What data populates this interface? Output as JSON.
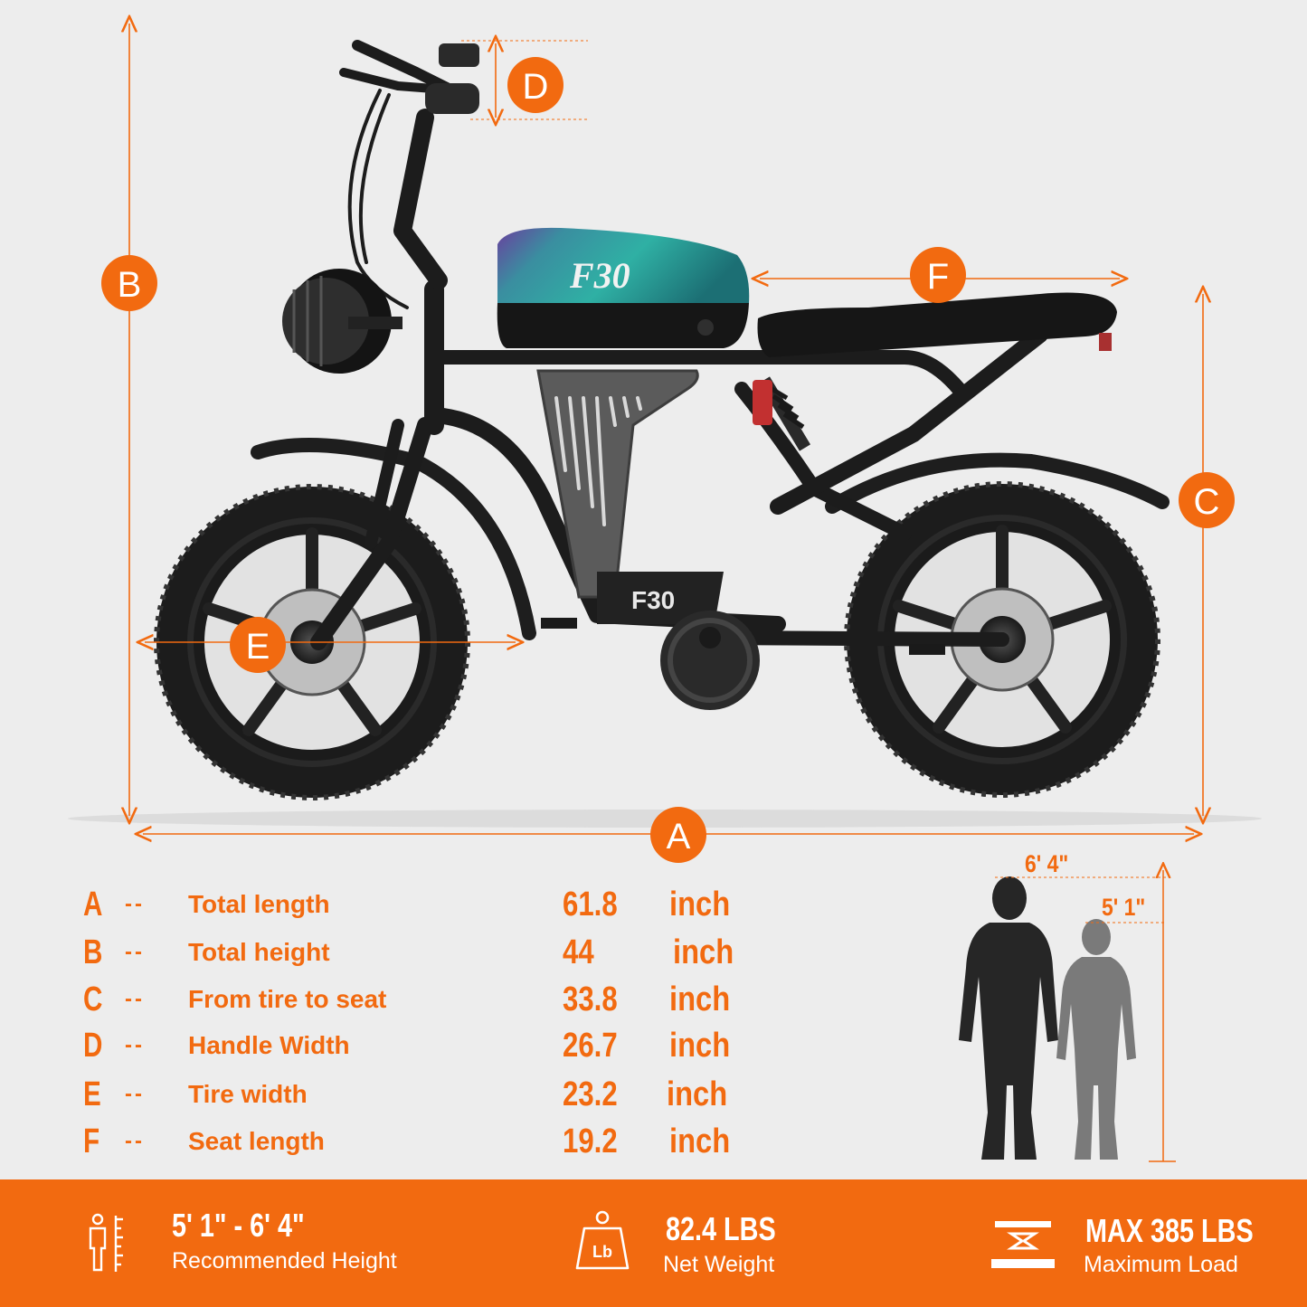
{
  "diagram": {
    "letters": {
      "a": "A",
      "b": "B",
      "c": "C",
      "d": "D",
      "e": "E",
      "f": "F"
    },
    "tank_logo": "F30",
    "frame_logo": "F30",
    "accent": "#f26a10"
  },
  "specs": [
    {
      "letter": "A",
      "dash": "--",
      "label": "Total length",
      "value": "61.8",
      "unit": "inch"
    },
    {
      "letter": "B",
      "dash": "--",
      "label": "Total height",
      "value": "44",
      "unit": "inch"
    },
    {
      "letter": "C",
      "dash": "--",
      "label": "From tire to seat",
      "value": "33.8",
      "unit": "inch"
    },
    {
      "letter": "D",
      "dash": "--",
      "label": "Handle Width",
      "value": "26.7",
      "unit": "inch"
    },
    {
      "letter": "E",
      "dash": "--",
      "label": "Tire width",
      "value": "23.2",
      "unit": "inch"
    },
    {
      "letter": "F",
      "dash": "--",
      "label": "Seat length",
      "value": "19.2",
      "unit": "inch"
    }
  ],
  "rider_heights": {
    "tall": "6' 4\"",
    "short": "5' 1\""
  },
  "footer": {
    "height": {
      "main": "5' 1\" - 6' 4\"",
      "sub": "Recommended Height",
      "icon": "person-height-icon"
    },
    "weight": {
      "main": "82.4 LBS",
      "sub": "Net Weight",
      "icon": "weight-icon",
      "icon_text": "Lb"
    },
    "load": {
      "main": "MAX 385 LBS",
      "sub": "Maximum Load",
      "icon": "load-icon"
    }
  }
}
